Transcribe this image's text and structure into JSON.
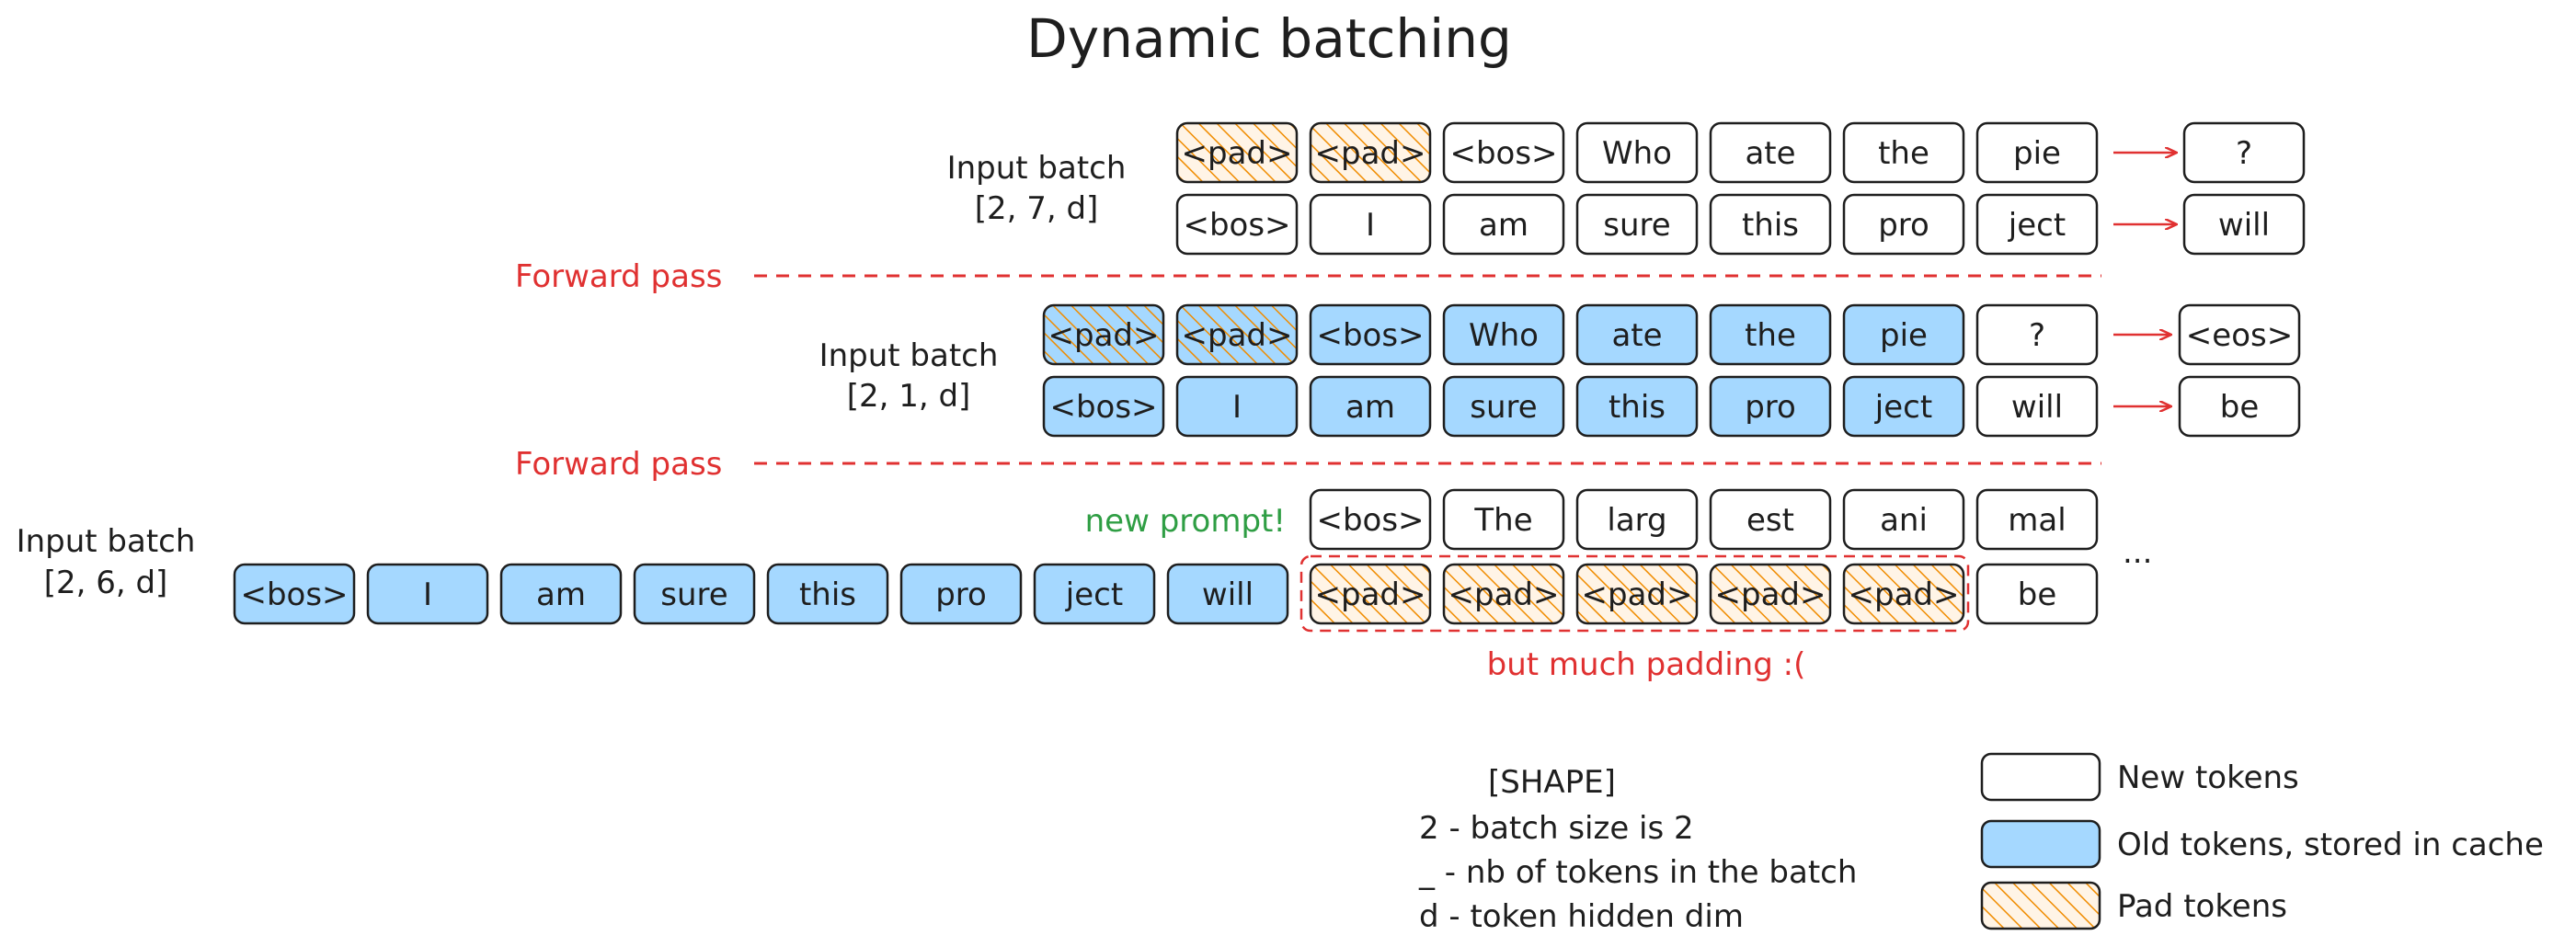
{
  "title": "Dynamic batching",
  "colors": {
    "new_token_fill": "#ffffff",
    "old_token_fill": "#a5d8ff",
    "pad_token_hatch": "#f08c00",
    "pad_token_bg": "#fff4e6",
    "stroke": "#1e1e1e",
    "annotation_red": "#e03131",
    "annotation_green": "#2f9e44"
  },
  "step1": {
    "label": [
      "Input batch",
      "[2, 7, d]"
    ],
    "rows": [
      [
        {
          "t": "<pad>",
          "k": "pad"
        },
        {
          "t": "<pad>",
          "k": "pad"
        },
        {
          "t": "<bos>",
          "k": "new"
        },
        {
          "t": "Who",
          "k": "new"
        },
        {
          "t": "ate",
          "k": "new"
        },
        {
          "t": "the",
          "k": "new"
        },
        {
          "t": "pie",
          "k": "new"
        }
      ],
      [
        {
          "t": "<bos>",
          "k": "new"
        },
        {
          "t": "I",
          "k": "new"
        },
        {
          "t": "am",
          "k": "new"
        },
        {
          "t": "sure",
          "k": "new"
        },
        {
          "t": "this",
          "k": "new"
        },
        {
          "t": "pro",
          "k": "new"
        },
        {
          "t": "ject",
          "k": "new"
        }
      ]
    ],
    "outputs": [
      "?",
      "will"
    ]
  },
  "forward_pass_label": "Forward pass",
  "step2": {
    "label": [
      "Input batch",
      "[2, 1, d]"
    ],
    "rows": [
      [
        {
          "t": "<pad>",
          "k": "padold"
        },
        {
          "t": "<pad>",
          "k": "padold"
        },
        {
          "t": "<bos>",
          "k": "old"
        },
        {
          "t": "Who",
          "k": "old"
        },
        {
          "t": "ate",
          "k": "old"
        },
        {
          "t": "the",
          "k": "old"
        },
        {
          "t": "pie",
          "k": "old"
        },
        {
          "t": "?",
          "k": "new"
        }
      ],
      [
        {
          "t": "<bos>",
          "k": "old"
        },
        {
          "t": "I",
          "k": "old"
        },
        {
          "t": "am",
          "k": "old"
        },
        {
          "t": "sure",
          "k": "old"
        },
        {
          "t": "this",
          "k": "old"
        },
        {
          "t": "pro",
          "k": "old"
        },
        {
          "t": "ject",
          "k": "old"
        },
        {
          "t": "will",
          "k": "new"
        }
      ]
    ],
    "outputs": [
      "<eos>",
      "be"
    ]
  },
  "step3": {
    "label": [
      "Input batch",
      "[2, 6, d]"
    ],
    "new_prompt_label": "new prompt!",
    "top_row": [
      {
        "t": "<bos>",
        "k": "new"
      },
      {
        "t": "The",
        "k": "new"
      },
      {
        "t": "larg",
        "k": "new"
      },
      {
        "t": "est",
        "k": "new"
      },
      {
        "t": "ani",
        "k": "new"
      },
      {
        "t": "mal",
        "k": "new"
      }
    ],
    "bottom_old": [
      {
        "t": "<bos>",
        "k": "old"
      },
      {
        "t": "I",
        "k": "old"
      },
      {
        "t": "am",
        "k": "old"
      },
      {
        "t": "sure",
        "k": "old"
      },
      {
        "t": "this",
        "k": "old"
      },
      {
        "t": "pro",
        "k": "old"
      },
      {
        "t": "ject",
        "k": "old"
      },
      {
        "t": "will",
        "k": "old"
      }
    ],
    "bottom_new": [
      {
        "t": "<pad>",
        "k": "pad"
      },
      {
        "t": "<pad>",
        "k": "pad"
      },
      {
        "t": "<pad>",
        "k": "pad"
      },
      {
        "t": "<pad>",
        "k": "pad"
      },
      {
        "t": "<pad>",
        "k": "pad"
      },
      {
        "t": "be",
        "k": "new"
      }
    ],
    "ellipsis": "...",
    "padding_note": "but much padding :("
  },
  "shape_legend": {
    "heading": "[SHAPE]",
    "lines": [
      "2 - batch size is 2",
      "_ - nb of tokens in the batch",
      "d - token hidden dim"
    ]
  },
  "color_legend": [
    {
      "k": "new",
      "label": "New tokens"
    },
    {
      "k": "old",
      "label": "Old tokens, stored in cache"
    },
    {
      "k": "pad",
      "label": "Pad tokens"
    }
  ]
}
